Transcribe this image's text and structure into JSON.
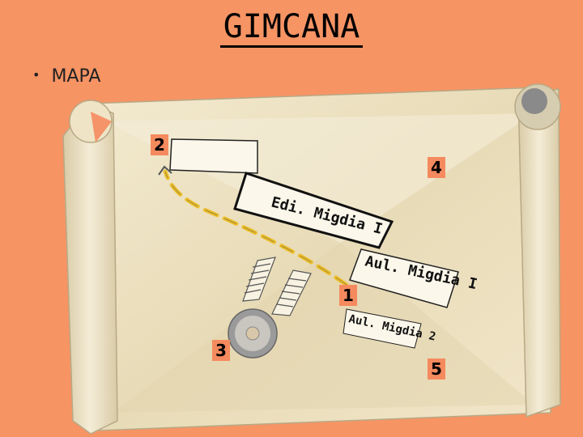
{
  "title": "GIMCANA",
  "bullet": "MAPA",
  "map": {
    "buildings": [
      {
        "label": "Edi. Migdia I"
      },
      {
        "label": "Aul. Migdia I"
      },
      {
        "label": "Aul. Migdia 2"
      }
    ],
    "markers": [
      "1",
      "2",
      "3",
      "4",
      "5"
    ],
    "colors": {
      "background": "#f79464",
      "parchment": "#ede0c0",
      "marker": "#f58a5e",
      "path": "#ecbf2e"
    },
    "icons": [
      "scroll-icon",
      "fountain-icon",
      "stairs-icon"
    ]
  }
}
